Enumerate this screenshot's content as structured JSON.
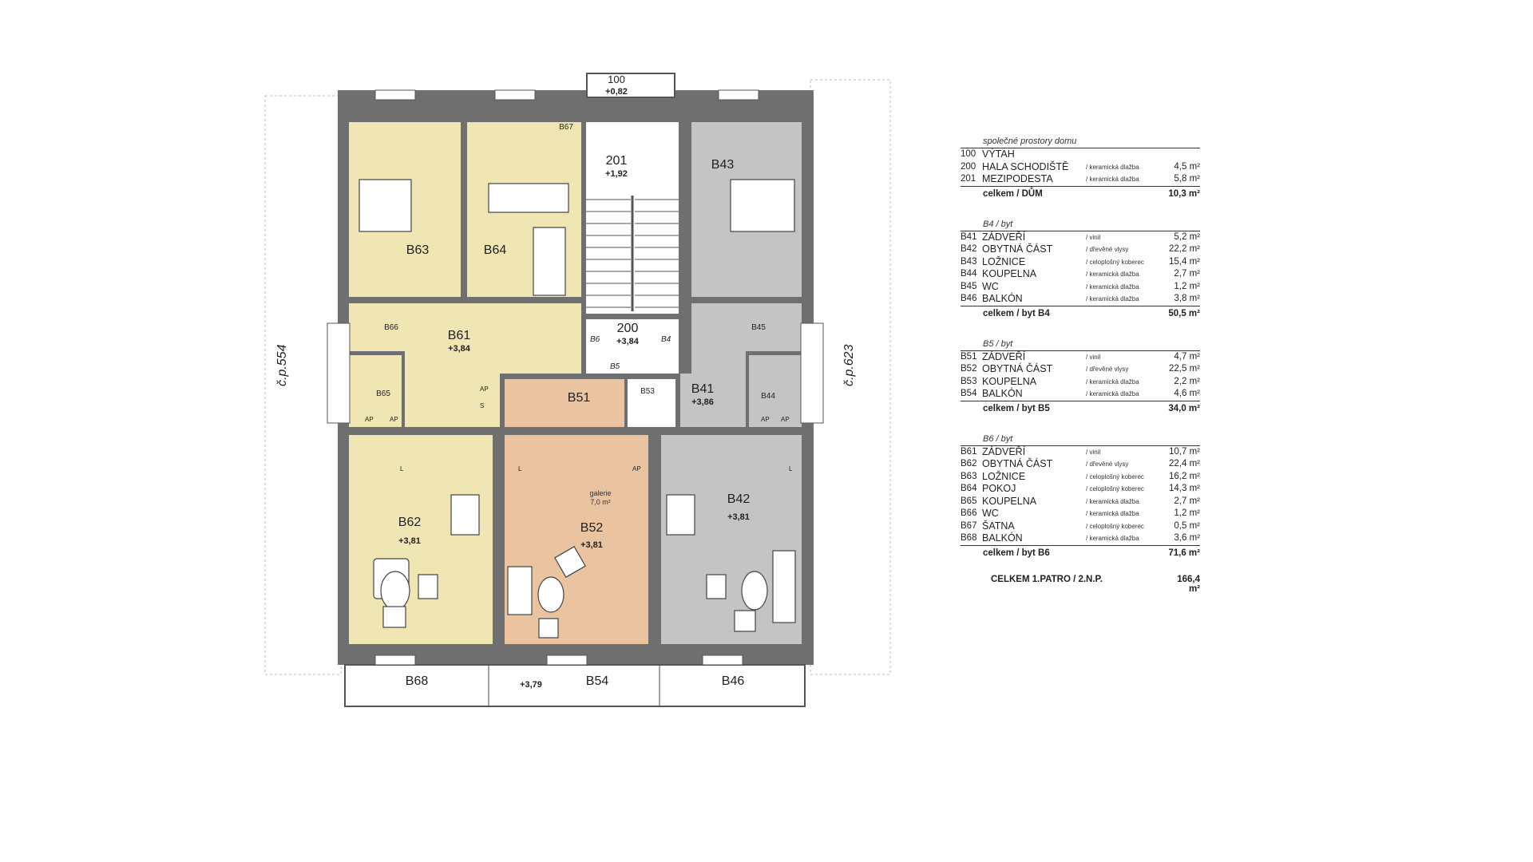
{
  "plan": {
    "neighbors": {
      "left": "č.p.554",
      "right": "č.p.623"
    },
    "elevator": {
      "code": "100",
      "elevation": "+0,82"
    },
    "rooms": {
      "B63": {
        "code": "B63"
      },
      "B64": {
        "code": "B64"
      },
      "B67": {
        "code": "B67"
      },
      "B201": {
        "code": "201",
        "elevation": "+1,92"
      },
      "B43": {
        "code": "B43"
      },
      "B61": {
        "code": "B61",
        "elevation": "+3,84"
      },
      "B66": {
        "code": "B66"
      },
      "B65": {
        "code": "B65"
      },
      "B200": {
        "code": "200",
        "elevation": "+3,84"
      },
      "B6door": {
        "code": "B6"
      },
      "B4door": {
        "code": "B4"
      },
      "B5door": {
        "code": "B5"
      },
      "B51": {
        "code": "B51"
      },
      "B53": {
        "code": "B53"
      },
      "B41": {
        "code": "B41",
        "elevation": "+3,86"
      },
      "B45": {
        "code": "B45"
      },
      "B44": {
        "code": "B44"
      },
      "B62": {
        "code": "B62",
        "elevation": "+3,81"
      },
      "B52": {
        "code": "B52",
        "elevation": "+3,81"
      },
      "B42": {
        "code": "B42",
        "elevation": "+3,81"
      },
      "B68": {
        "code": "B68"
      },
      "B54": {
        "code": "B54",
        "elevation": "+3,79"
      },
      "B46": {
        "code": "B46"
      }
    },
    "gallery": {
      "label": "galerie",
      "area": "7,0 m²"
    },
    "appliances": {
      "ap": "AP",
      "s": "S",
      "l": "L"
    },
    "colors": {
      "yellow": "#f0e6b4",
      "orange": "#eac3a0",
      "gray": "#c4c4c4",
      "wall": "#6f6f6f"
    }
  },
  "legend": {
    "common": {
      "title": "společné prostory domu",
      "rows": [
        {
          "code": "100",
          "name": "VÝTAH",
          "material": "",
          "area": ""
        },
        {
          "code": "200",
          "name": "HALA SCHODIŠTĚ",
          "material": "/ keramická dlažba",
          "area": "4,5 m²"
        },
        {
          "code": "201",
          "name": "MEZIPODESTA",
          "material": "/ keramická dlažba",
          "area": "5,8 m²"
        }
      ],
      "total_label": "celkem / DŮM",
      "total_area": "10,3 m²"
    },
    "b4": {
      "title": "B4 / byt",
      "rows": [
        {
          "code": "B41",
          "name": "ZÁDVEŘÍ",
          "material": "/ vinil",
          "area": "5,2 m²"
        },
        {
          "code": "B42",
          "name": "OBYTNÁ ČÁST",
          "material": "/ dřevěné vlysy",
          "area": "22,2 m²"
        },
        {
          "code": "B43",
          "name": "LOŽNICE",
          "material": "/ celoplošný koberec",
          "area": "15,4 m²"
        },
        {
          "code": "B44",
          "name": "KOUPELNA",
          "material": "/ keramická dlažba",
          "area": "2,7 m²"
        },
        {
          "code": "B45",
          "name": "WC",
          "material": "/ keramická dlažba",
          "area": "1,2 m²"
        },
        {
          "code": "B46",
          "name": "BALKÓN",
          "material": "/ keramická dlažba",
          "area": "3,8 m²"
        }
      ],
      "total_label": "celkem / byt B4",
      "total_area": "50,5 m²"
    },
    "b5": {
      "title": "B5 / byt",
      "rows": [
        {
          "code": "B51",
          "name": "ZÁDVEŘÍ",
          "material": "/ vinil",
          "area": "4,7 m²"
        },
        {
          "code": "B52",
          "name": "OBYTNÁ ČÁST",
          "material": "/ dřevěné vlysy",
          "area": "22,5 m²"
        },
        {
          "code": "B53",
          "name": "KOUPELNA",
          "material": "/ keramická dlažba",
          "area": "2,2 m²"
        },
        {
          "code": "B54",
          "name": "BALKÓN",
          "material": "/ keramická dlažba",
          "area": "4,6 m²"
        }
      ],
      "total_label": "celkem / byt B5",
      "total_area": "34,0 m²"
    },
    "b6": {
      "title": "B6 / byt",
      "rows": [
        {
          "code": "B61",
          "name": "ZÁDVEŘÍ",
          "material": "/ vinil",
          "area": "10,7 m²"
        },
        {
          "code": "B62",
          "name": "OBYTNÁ ČÁST",
          "material": "/ dřevěné vlysy",
          "area": "22,4 m²"
        },
        {
          "code": "B63",
          "name": "LOŽNICE",
          "material": "/ celoplošný koberec",
          "area": "16,2 m²"
        },
        {
          "code": "B64",
          "name": "POKOJ",
          "material": "/ celoplošný koberec",
          "area": "14,3 m²"
        },
        {
          "code": "B65",
          "name": "KOUPELNA",
          "material": "/ keramická dlažba",
          "area": "2,7 m²"
        },
        {
          "code": "B66",
          "name": "WC",
          "material": "/ keramická dlažba",
          "area": "1,2 m²"
        },
        {
          "code": "B67",
          "name": "ŠATNA",
          "material": "/ celoplošný koberec",
          "area": "0,5 m²"
        },
        {
          "code": "B68",
          "name": "BALKÓN",
          "material": "/ keramická dlažba",
          "area": "3,6 m²"
        }
      ],
      "total_label": "celkem / byt B6",
      "total_area": "71,6 m²"
    },
    "grand_total_label": "CELKEM 1.PATRO / 2.N.P.",
    "grand_total_area": "166,4 m²"
  }
}
